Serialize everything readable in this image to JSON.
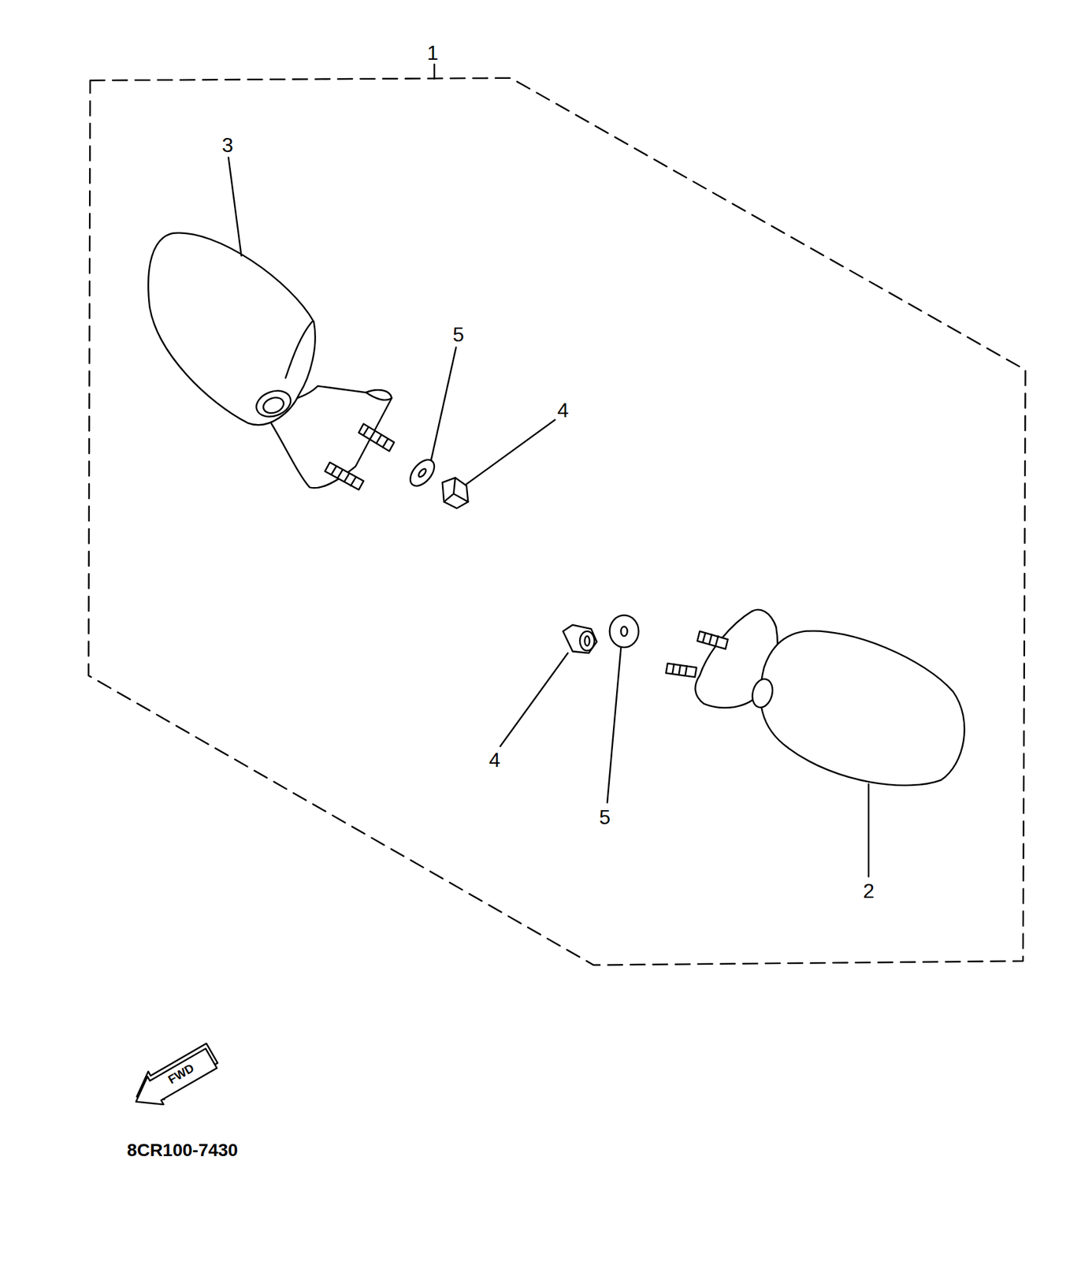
{
  "diagram": {
    "labels": [
      "1",
      "3",
      "5",
      "4",
      "4",
      "5",
      "2",
      "FWD",
      "8CR100-7430"
    ]
  }
}
